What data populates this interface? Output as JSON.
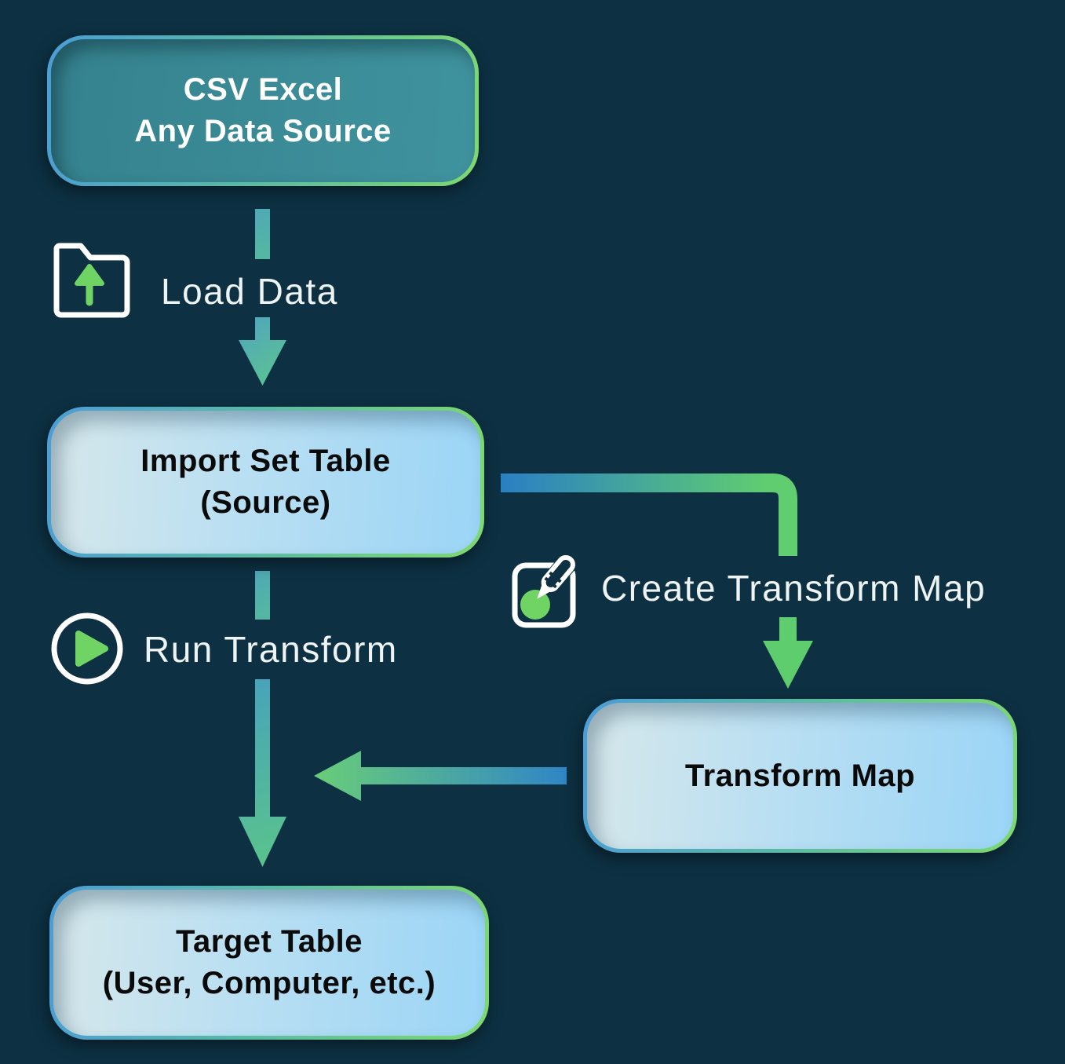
{
  "boxes": {
    "source": {
      "line1": "CSV Excel",
      "line2": "Any Data Source"
    },
    "import_set": {
      "line1": "Import Set Table",
      "line2": "(Source)"
    },
    "transform_map": {
      "line1": "Transform Map"
    },
    "target": {
      "line1": "Target Table",
      "line2": "(User, Computer, etc.)"
    }
  },
  "labels": {
    "load_data": "Load Data",
    "create_transform_map": "Create Transform Map",
    "run_transform": "Run Transform"
  },
  "icons": {
    "load_data": "folder-upload-icon",
    "create_transform_map": "paint-brush-icon",
    "run_transform": "play-icon"
  },
  "edges": [
    {
      "from": "source",
      "to": "import_set",
      "label": "Load Data"
    },
    {
      "from": "import_set",
      "to": "transform_map",
      "label": "Create Transform Map"
    },
    {
      "from": "transform_map",
      "to": "target",
      "label": "Run Transform"
    }
  ],
  "colors": {
    "background": "#0d3143",
    "box_border_blue": "#4b9dd6",
    "box_border_green": "#7ed96f",
    "box_source_fill": "#3a8a94",
    "box_light_fill_start": "#d5e7ea",
    "box_light_fill_end": "#9bd5f6",
    "arrow_teal": "#4da9b4",
    "arrow_green": "#5ecd6d",
    "arrow_blue": "#2a7fc4",
    "icon_green": "#6fd464",
    "text_dark": "#0a0a0a",
    "text_light": "#eef3f4"
  }
}
